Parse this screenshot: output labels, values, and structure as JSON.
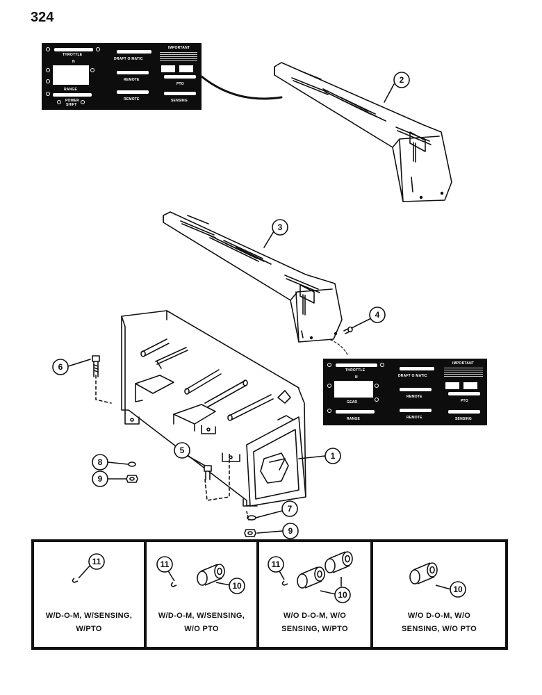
{
  "page_number": "324",
  "callouts": [
    "1",
    "2",
    "3",
    "4",
    "5",
    "6",
    "7",
    "8",
    "9",
    "10",
    "11"
  ],
  "decal": {
    "throttle": "THROTTLE",
    "draft": "DRAFT O MATIC",
    "important": "IMPORTANT",
    "neutral": "N",
    "remote": "REMOTE",
    "pto": "PTO",
    "sensing": "SENSING",
    "range": "RANGE",
    "power_shift": "POWER",
    "power_shift_2": "SHIFT",
    "gear": "GEAR"
  },
  "variants": [
    {
      "line1": "W/D-O-M, W/SENSING,",
      "line2": "W/PTO"
    },
    {
      "line1": "W/D-O-M, W/SENSING,",
      "line2": "W/O PTO"
    },
    {
      "line1": "W/O D-O-M, W/O",
      "line2": "SENSING, W/PTO"
    },
    {
      "line1": "W/O D-O-M, W/O",
      "line2": "SENSING, W/O PTO"
    }
  ]
}
